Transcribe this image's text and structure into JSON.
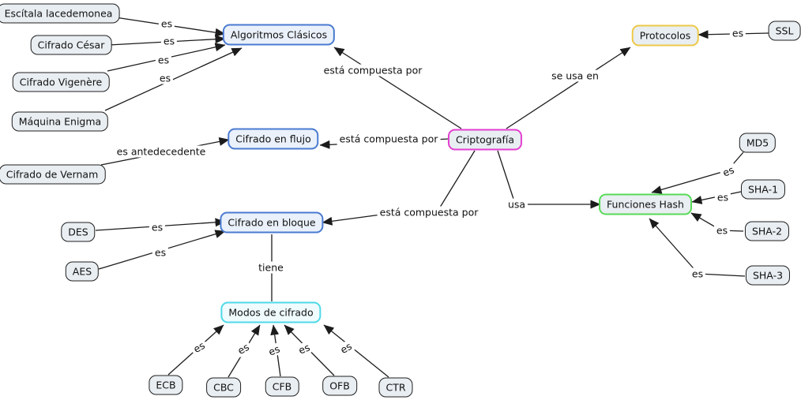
{
  "diagram": {
    "type": "concept-map",
    "topic": "Criptografía"
  },
  "colors": {
    "root_border": "#e33fd0",
    "category_border": "#4a7ad0",
    "modes_border": "#4fd9e8",
    "protocols_border": "#edc948",
    "hash_border": "#57db57",
    "default_node_border": "#1f1f1f",
    "default_node_fill": "#e9eef2",
    "canvas_background": "#ffffff"
  },
  "nodes": {
    "criptografia": {
      "label": "Criptografía"
    },
    "algoritmos": {
      "label": "Algoritmos Clásicos"
    },
    "flujo": {
      "label": "Cifrado en flujo"
    },
    "bloque": {
      "label": "Cifrado en bloque"
    },
    "modos": {
      "label": "Modos de cifrado"
    },
    "protocolos": {
      "label": "Protocolos"
    },
    "hash": {
      "label": "Funciones Hash"
    },
    "escitala": {
      "label": "Escítala lacedemonea"
    },
    "cesar": {
      "label": "Cifrado César"
    },
    "vigenere": {
      "label": "Cifrado Vigenère"
    },
    "enigma": {
      "label": "Máquina Enigma"
    },
    "vernam": {
      "label": "Cifrado de Vernam"
    },
    "des": {
      "label": "DES"
    },
    "aes": {
      "label": "AES"
    },
    "ecb": {
      "label": "ECB"
    },
    "cbc": {
      "label": "CBC"
    },
    "cfb": {
      "label": "CFB"
    },
    "ofb": {
      "label": "OFB"
    },
    "ctr": {
      "label": "CTR"
    },
    "ssl": {
      "label": "SSL"
    },
    "md5": {
      "label": "MD5"
    },
    "sha1": {
      "label": "SHA-1"
    },
    "sha2": {
      "label": "SHA-2"
    },
    "sha3": {
      "label": "SHA-3"
    }
  },
  "edges": [
    {
      "from": "escitala",
      "to": "algoritmos",
      "label": "es"
    },
    {
      "from": "cesar",
      "to": "algoritmos",
      "label": "es"
    },
    {
      "from": "vigenere",
      "to": "algoritmos",
      "label": "es"
    },
    {
      "from": "enigma",
      "to": "algoritmos",
      "label": "es"
    },
    {
      "from": "vernam",
      "to": "flujo",
      "label": "es antedecedente"
    },
    {
      "from": "criptografia",
      "to": "algoritmos",
      "label": "está compuesta por"
    },
    {
      "from": "criptografia",
      "to": "protocolos",
      "label": "se usa en"
    },
    {
      "from": "ssl",
      "to": "protocolos",
      "label": "es"
    },
    {
      "from": "criptografia",
      "to": "flujo",
      "label": "está compuesta por"
    },
    {
      "from": "criptografia",
      "to": "bloque",
      "label": "está compuesta por"
    },
    {
      "from": "criptografia",
      "to": "hash",
      "label": "usa"
    },
    {
      "from": "des",
      "to": "bloque",
      "label": "es"
    },
    {
      "from": "aes",
      "to": "bloque",
      "label": "es"
    },
    {
      "from": "bloque",
      "to": "modos",
      "label": "tiene"
    },
    {
      "from": "ecb",
      "to": "modos",
      "label": "es"
    },
    {
      "from": "cbc",
      "to": "modos",
      "label": "es"
    },
    {
      "from": "cfb",
      "to": "modos",
      "label": "es"
    },
    {
      "from": "ofb",
      "to": "modos",
      "label": "es"
    },
    {
      "from": "ctr",
      "to": "modos",
      "label": "es"
    },
    {
      "from": "md5",
      "to": "hash",
      "label": "es"
    },
    {
      "from": "sha1",
      "to": "hash",
      "label": "es"
    },
    {
      "from": "sha2",
      "to": "hash",
      "label": "es"
    },
    {
      "from": "sha3",
      "to": "hash",
      "label": "es"
    }
  ]
}
